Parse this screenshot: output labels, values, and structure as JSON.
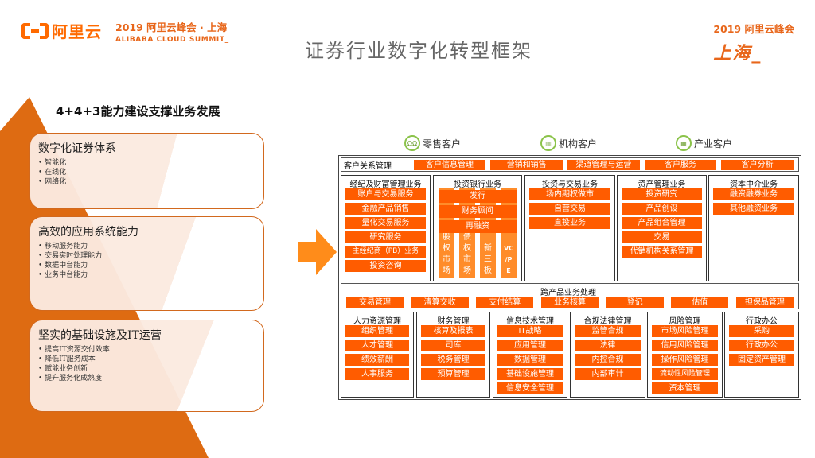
{
  "header": {
    "logo_text": "阿里云",
    "summit_line1": "2019 阿里云峰会 · 上海",
    "summit_line2": "ALIBABA CLOUD SUMMIT_",
    "right_line1": "2019 阿里云峰会",
    "right_line2": "上海_",
    "title": "证券行业数字化转型框架"
  },
  "left": {
    "heading": "4+4+3能力建设支撑业务发展",
    "cards": [
      {
        "title": "数字化证券体系",
        "bullets": [
          "智能化",
          "在线化",
          "网络化"
        ]
      },
      {
        "title": "高效的应用系统能力",
        "bullets": [
          "移动服务能力",
          "交易实时处理能力",
          "数据中台能力",
          "业务中台能力"
        ]
      },
      {
        "title": "坚实的基础设施及IT运营",
        "bullets": [
          "提高IT资源交付效率",
          "降低IT服务成本",
          "赋能业务创新",
          "提升服务化成熟度"
        ]
      }
    ]
  },
  "colors": {
    "accent": "#ff5c00",
    "pyramid": "#de6b12",
    "pillar": "#ff8c2a",
    "segment_icon": "#8bc34a"
  },
  "diagram": {
    "segments": [
      {
        "label": "零售客户",
        "icon": "people-icon",
        "glyph": "ΩΩ"
      },
      {
        "label": "机构客户",
        "icon": "building-icon",
        "glyph": "▥"
      },
      {
        "label": "产业客户",
        "icon": "factory-icon",
        "glyph": "▦"
      }
    ],
    "crm": {
      "label": "客户关系管理",
      "items": [
        "客户信息管理",
        "营销和销售",
        "渠道管理与运营",
        "客户服务",
        "客户分析"
      ]
    },
    "business": [
      {
        "title": "经纪及财富管理业务",
        "items": [
          "账户与交易服务",
          "金融产品销售",
          "量化交易服务",
          "研究服务",
          "主经纪商（PB）业务",
          "投资咨询"
        ]
      },
      {
        "title": "投资银行业务",
        "bars": [
          "发行",
          "财务顾问",
          "再融资"
        ],
        "pillars": [
          [
            "股",
            "权",
            "市",
            "场"
          ],
          [
            "债",
            "权",
            "市",
            "场"
          ],
          [
            "新",
            "三",
            "板"
          ],
          [
            "VC",
            "/P",
            "E"
          ]
        ]
      },
      {
        "title": "投资与交易业务",
        "items": [
          "场内期权做市",
          "自营交易",
          "直投业务"
        ]
      },
      {
        "title": "资产管理业务",
        "items": [
          "投资研究",
          "产品创设",
          "产品组合管理",
          "交易",
          "代销机构关系管理"
        ]
      },
      {
        "title": "资本中介业务",
        "items": [
          "融资融券业务",
          "其他融资业务"
        ]
      }
    ],
    "cross": {
      "title": "跨产品业务处理",
      "items": [
        "交易管理",
        "清算交收",
        "支付结算",
        "业务核算",
        "登记",
        "估值",
        "担保品管理"
      ]
    },
    "management": [
      {
        "title": "人力资源管理",
        "items": [
          "组织管理",
          "人才管理",
          "绩效薪酬",
          "人事服务"
        ]
      },
      {
        "title": "财务管理",
        "items": [
          "核算及报表",
          "司库",
          "税务管理",
          "预算管理"
        ]
      },
      {
        "title": "信息技术管理",
        "items": [
          "IT战略",
          "应用管理",
          "数据管理",
          "基础设施管理",
          "信息安全管理"
        ]
      },
      {
        "title": "合规法律管理",
        "items": [
          "监管合规",
          "法律",
          "内控合规",
          "内部审计"
        ]
      },
      {
        "title": "风险管理",
        "items": [
          "市场风险管理",
          "信用风险管理",
          "操作风险管理",
          "流动性风险管理",
          "资本管理"
        ]
      },
      {
        "title": "行政办公",
        "items": [
          "采购",
          "行政办公",
          "固定资产管理"
        ]
      }
    ]
  }
}
